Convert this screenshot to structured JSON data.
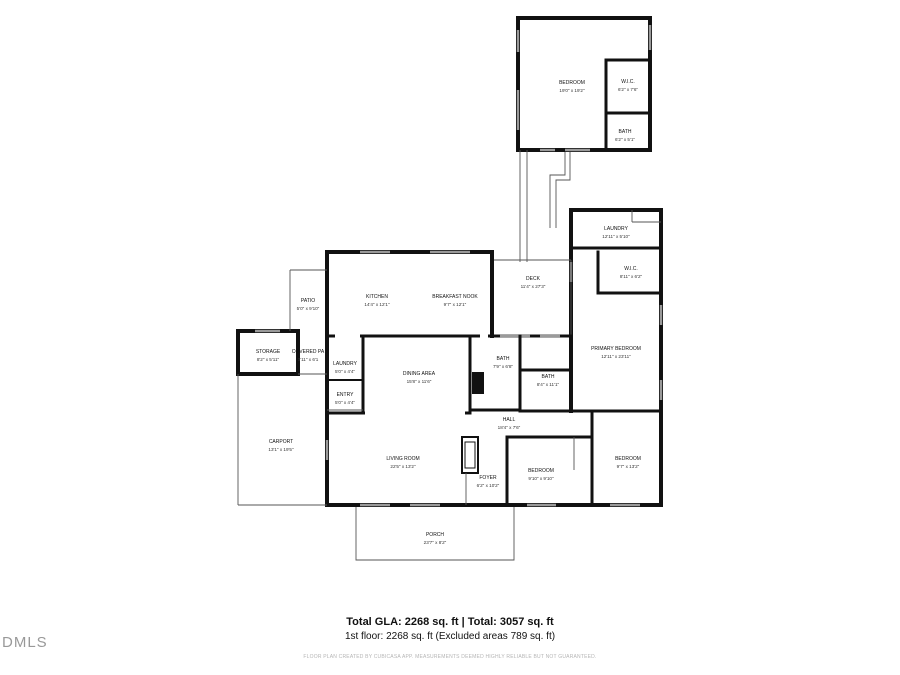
{
  "rooms": {
    "bedroom_upper": {
      "name": "BEDROOM",
      "dim": "19'0\" x 19'2\""
    },
    "wic_upper": {
      "name": "W.I.C.",
      "dim": "6'2\" x 7'6\""
    },
    "bath_upper": {
      "name": "BATH",
      "dim": "6'2\" x 5'1\""
    },
    "laundry_right": {
      "name": "LAUNDRY",
      "dim": "12'11\" x 5'10\""
    },
    "wic_primary": {
      "name": "W.I.C.",
      "dim": "8'11\" x 6'2\""
    },
    "deck": {
      "name": "DECK",
      "dim": "11'4\" x 27'3\""
    },
    "primary_bedroom": {
      "name": "PRIMARY BEDROOM",
      "dim": "12'11\" x 23'11\""
    },
    "patio": {
      "name": "PATIO",
      "dim": "5'0\" x 9'10\""
    },
    "kitchen": {
      "name": "KITCHEN",
      "dim": "14'4\" x 12'1\""
    },
    "breakfast_nook": {
      "name": "BREAKFAST NOOK",
      "dim": "9'7\" x 12'1\""
    },
    "storage": {
      "name": "STORAGE",
      "dim": "8'2\" x 5'11\""
    },
    "covered_patio": {
      "name": "COVERED PA",
      "dim": "3'11\" x 6'1"
    },
    "laundry_left": {
      "name": "LAUNDRY",
      "dim": "5'0\" x 4'4\""
    },
    "dining_area": {
      "name": "DINING AREA",
      "dim": "15'8\" x 11'6\""
    },
    "bath_center": {
      "name": "BATH",
      "dim": "7'9\" x 6'8\""
    },
    "bath_center2": {
      "name": "BATH",
      "dim": "8'4\" x 11'1\""
    },
    "entry": {
      "name": "ENTRY",
      "dim": "5'0\" x 4'4\""
    },
    "hall": {
      "name": "HALL",
      "dim": "18'4\" x 7'6\""
    },
    "carport": {
      "name": "CARPORT",
      "dim": "13'1\" x 19'5\""
    },
    "living_room": {
      "name": "LIVING ROOM",
      "dim": "22'5\" x 13'2\""
    },
    "bedroom_mid": {
      "name": "BEDROOM",
      "dim": "9'10\" x 9'10\""
    },
    "bedroom_right": {
      "name": "BEDROOM",
      "dim": "9'7\" x 13'2\""
    },
    "foyer": {
      "name": "FOYER",
      "dim": "6'2\" x 10'2\""
    },
    "porch": {
      "name": "PORCH",
      "dim": "23'7\" x 8'2\""
    }
  },
  "totals": {
    "line1": "Total GLA: 2268 sq. ft | Total: 3057 sq. ft",
    "line2": "1st floor: 2268 sq. ft (Excluded areas 789 sq. ft)"
  },
  "disclaimer": "FLOOR PLAN CREATED BY CUBICASA APP. MEASUREMENTS DEEMED HIGHLY RELIABLE BUT NOT GUARANTEED.",
  "watermark": "DMLS",
  "colors": {
    "wall": "#111111",
    "window": "#9a9a9a",
    "disclaimer": "#b5b5b5"
  }
}
